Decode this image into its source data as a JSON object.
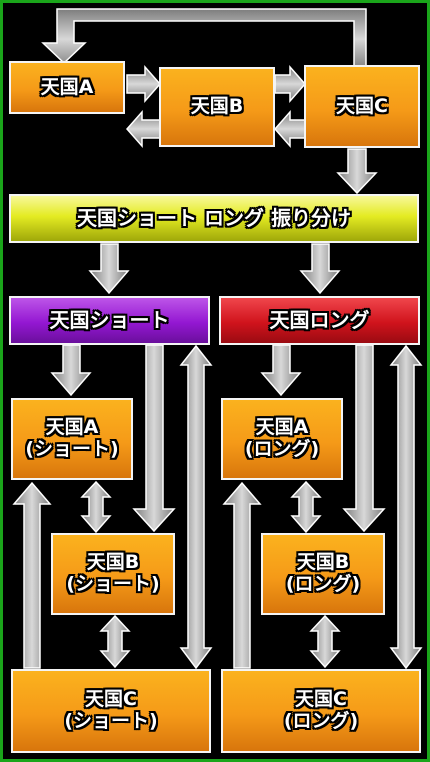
{
  "top": {
    "heaven_a": "天国A",
    "heaven_b": "天国B",
    "heaven_c": "天国C"
  },
  "split": "天国ショート ロング 振り分け",
  "short": {
    "header": "天国ショート",
    "a": [
      "天国A",
      "(ショート)"
    ],
    "b": [
      "天国B",
      "(ショート)"
    ],
    "c": [
      "天国C",
      "(ショート)"
    ]
  },
  "long": {
    "header": "天国ロング",
    "a": [
      "天国A",
      "(ロング)"
    ],
    "b": [
      "天国B",
      "(ロング)"
    ],
    "c": [
      "天国C",
      "(ロング)"
    ]
  },
  "colors": {
    "frame": "#1aa51a",
    "arrow": "#c9c9c9",
    "orange": "#f59a18",
    "yellow": "#e4eb22",
    "purple": "#9417d2",
    "red": "#d0131c"
  }
}
